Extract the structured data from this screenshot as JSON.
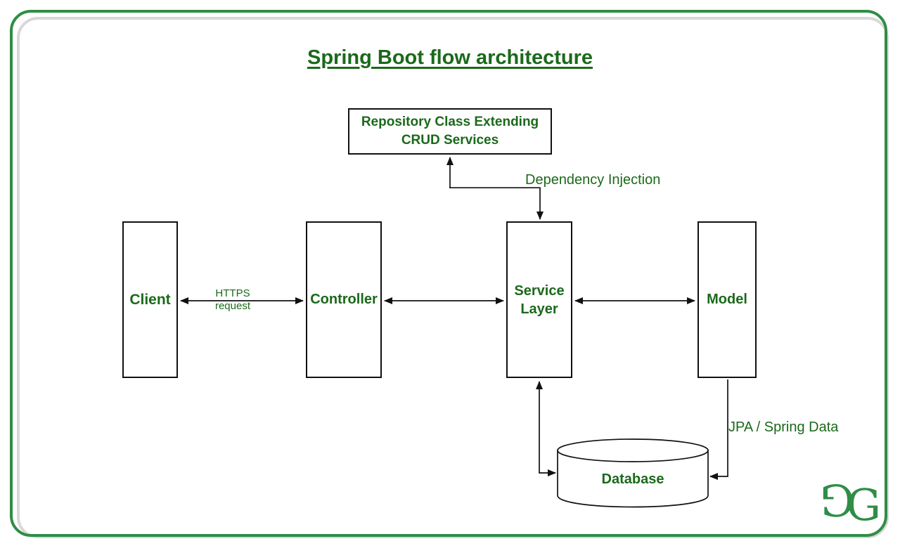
{
  "title": "Spring Boot flow architecture",
  "colors": {
    "text_green": "#1b691b",
    "brand_green": "#2f8d46",
    "line_black": "#111111",
    "shadow_gray": "#d8d8d8",
    "node_fill": "#ffffff"
  },
  "nodes": {
    "repository": {
      "line1": "Repository Class Extending",
      "line2": "CRUD Services"
    },
    "client": {
      "label": "Client"
    },
    "controller": {
      "label": "Controller"
    },
    "service_layer": {
      "line1": "Service",
      "line2": "Layer"
    },
    "model": {
      "label": "Model"
    },
    "database": {
      "label": "Database"
    }
  },
  "edge_labels": {
    "https_line1": "HTTPS",
    "https_line2": "request",
    "dependency_injection": "Dependency Injection",
    "jpa_spring_data": "JPA / Spring Data"
  },
  "logo": {
    "left_glyph": "G",
    "right_glyph": "G"
  }
}
